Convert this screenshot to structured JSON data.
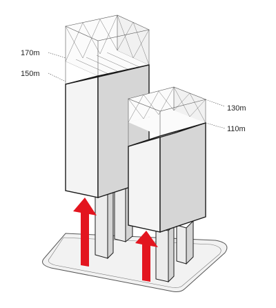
{
  "labels": {
    "tower_a_top": "170m",
    "tower_a_base": "150m",
    "tower_b_top": "130m",
    "tower_b_base": "110m"
  },
  "colors": {
    "arrow": "#e3151f",
    "volume_front": "#f4f4f4",
    "volume_side": "#d6d6d6",
    "volume_top": "#fafafa",
    "core": "#eeeeee",
    "ground": "#f2f2f2"
  },
  "icons": [
    "up-arrow-icon",
    "up-arrow-icon"
  ]
}
